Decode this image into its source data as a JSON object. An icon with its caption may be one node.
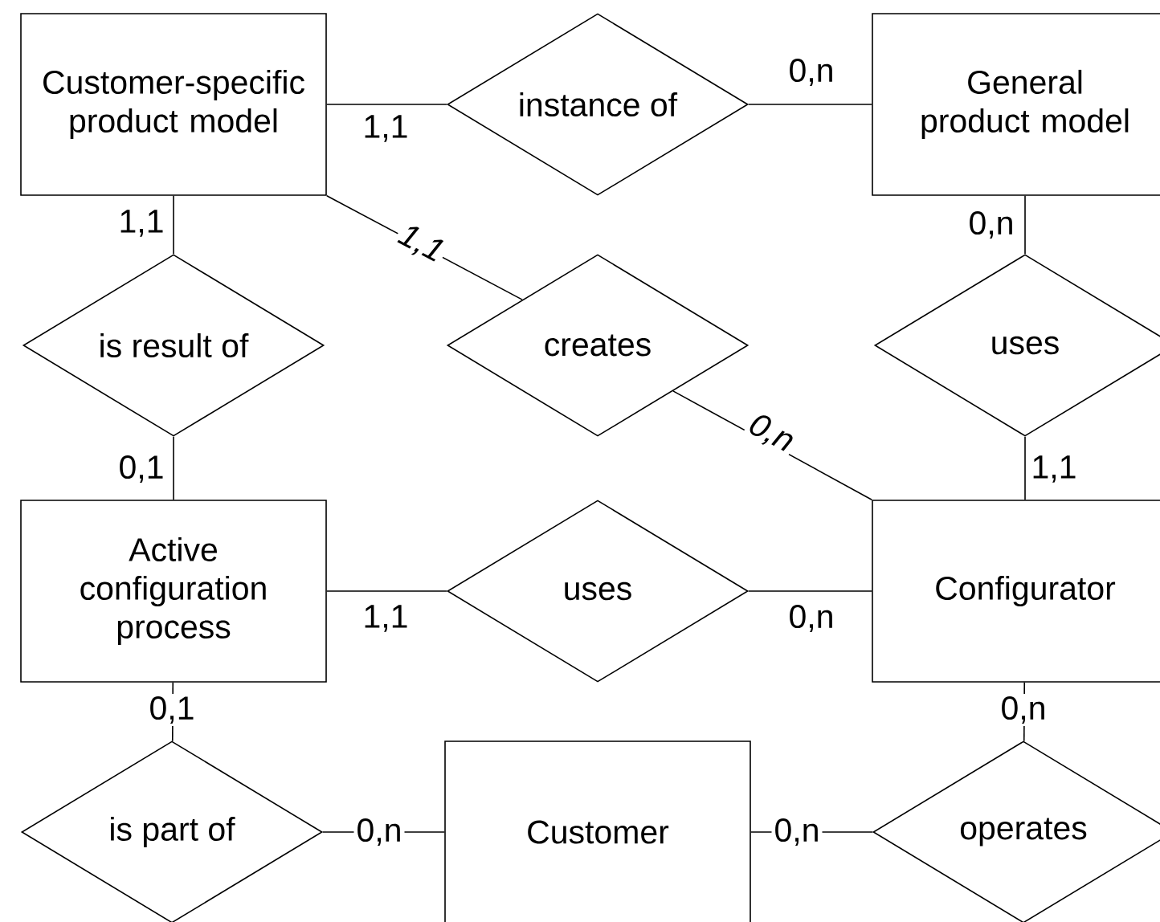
{
  "diagram": {
    "nodes": [
      {
        "text": [
          "Customer-specific product model"
        ]
      },
      {
        "text": [
          "instance of"
        ]
      },
      {
        "text": [
          "General product model"
        ]
      },
      {
        "text": [
          "is result of"
        ]
      },
      {
        "text": [
          "creates"
        ]
      },
      {
        "text": [
          "uses"
        ]
      },
      {
        "text": [
          "Active configuration process"
        ]
      },
      {
        "text": [
          "uses"
        ]
      },
      {
        "text": [
          "Configurator"
        ]
      },
      {
        "text": [
          "is part of"
        ]
      },
      {
        "text": [
          "Customer"
        ]
      },
      {
        "text": [
          "operates"
        ]
      }
    ],
    "edges": [
      {
        "from": 0,
        "to": 1,
        "arrow": "none",
        "label": "1,1"
      },
      {
        "from": 1,
        "to": 2,
        "arrow": "none",
        "label": "0,n"
      },
      {
        "from": 0,
        "to": 3,
        "arrow": "none",
        "label": "1,1"
      },
      {
        "from": 0,
        "to": 4,
        "arrow": "none",
        "label": "1,1"
      },
      {
        "from": 2,
        "to": 5,
        "arrow": "none",
        "label": "0,n"
      },
      {
        "from": 3,
        "to": 6,
        "arrow": "none",
        "label": "0,1"
      },
      {
        "from": 4,
        "to": 8,
        "arrow": "none",
        "label": "0,n"
      },
      {
        "from": 5,
        "to": 8,
        "arrow": "none",
        "label": "1,1"
      },
      {
        "from": 6,
        "to": 7,
        "arrow": "none",
        "label": "1,1"
      },
      {
        "from": 7,
        "to": 8,
        "arrow": "none",
        "label": "0,n"
      },
      {
        "from": 6,
        "to": 9,
        "arrow": "none",
        "label": "0,1"
      },
      {
        "from": 9,
        "to": 10,
        "arrow": "none",
        "label": "0,n"
      },
      {
        "from": 10,
        "to": 11,
        "arrow": "none",
        "label": "0,n"
      },
      {
        "from": 8,
        "to": 11,
        "arrow": "none",
        "label": "0,n"
      }
    ]
  }
}
